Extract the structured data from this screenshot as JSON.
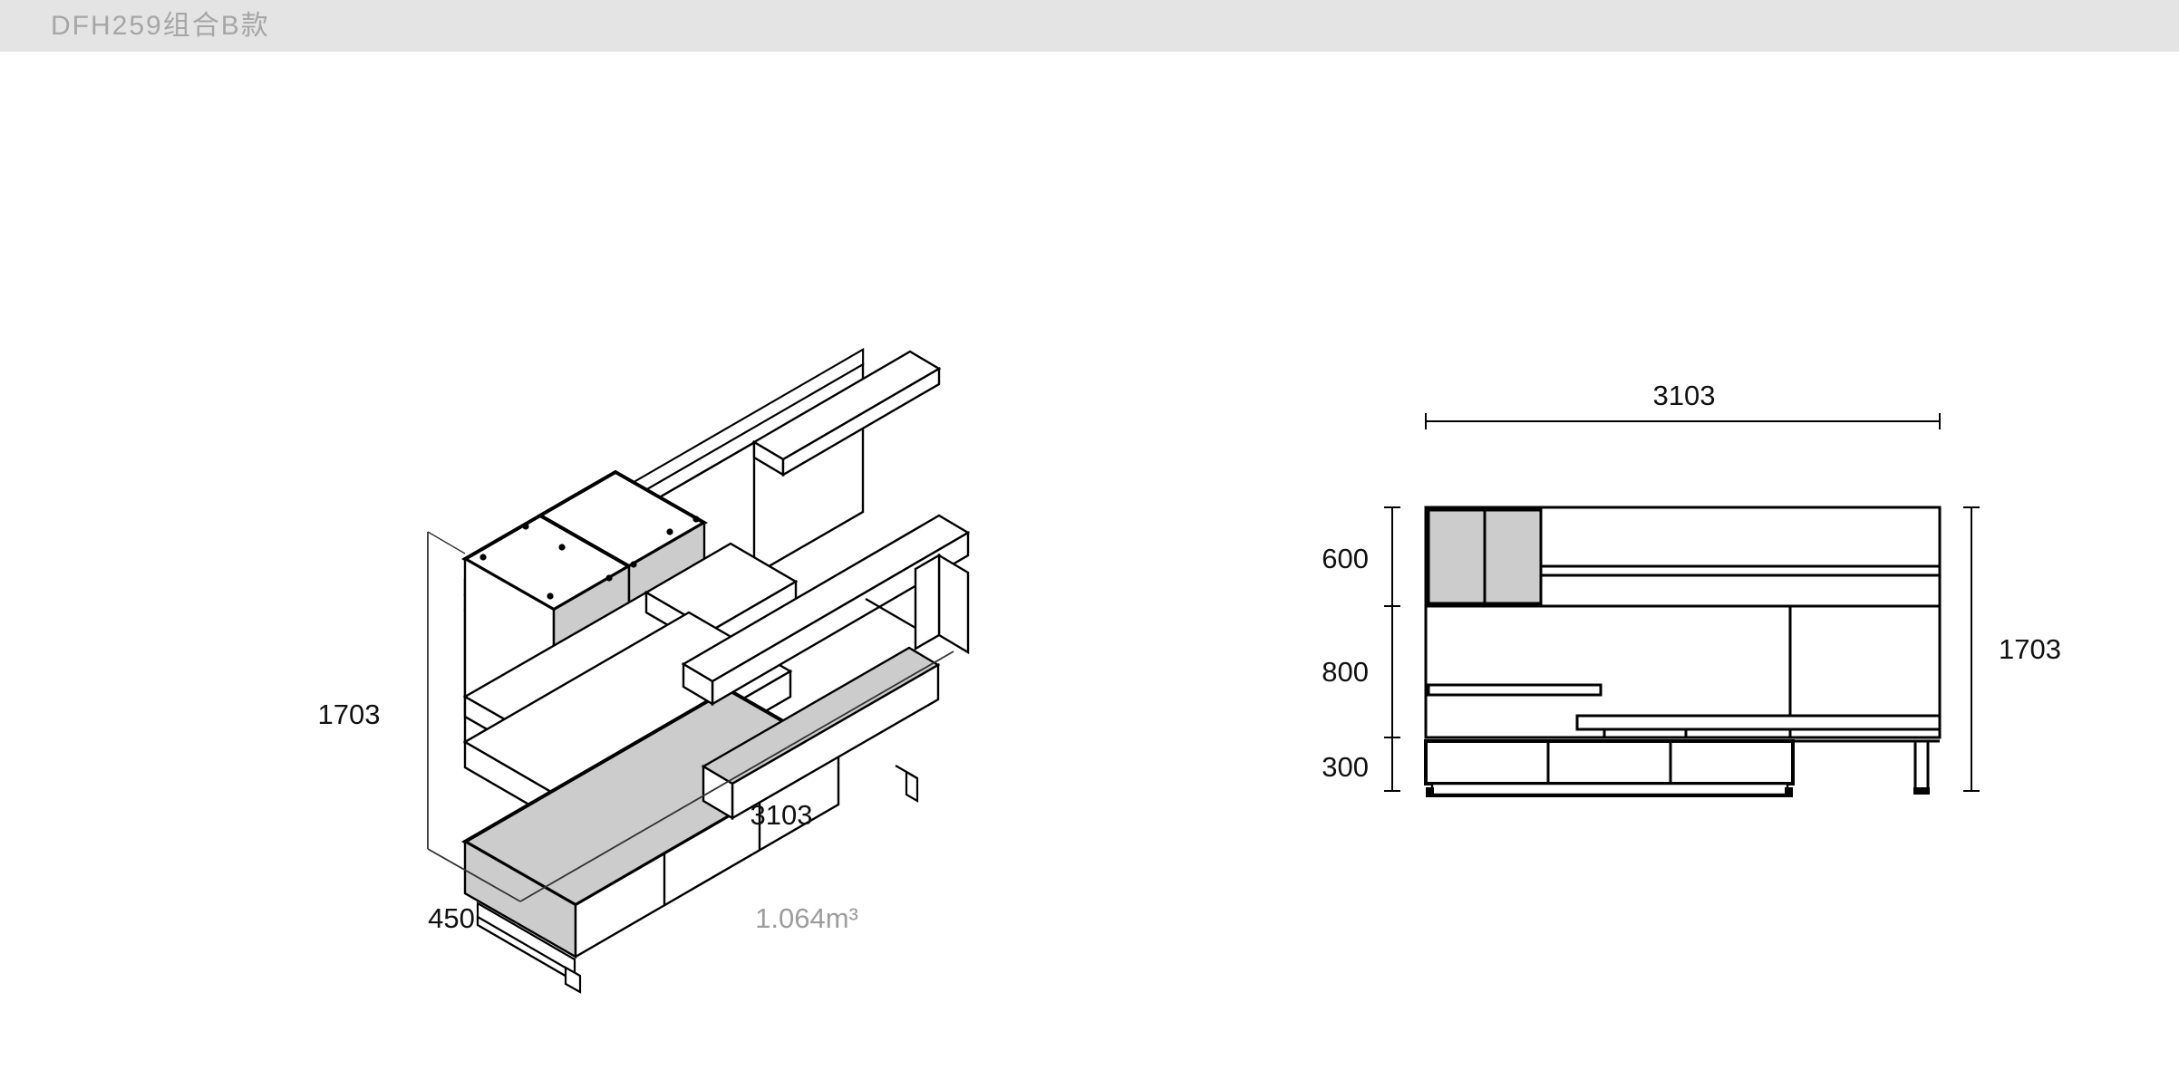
{
  "header": {
    "title": "DFH259组合B款",
    "background_color": "#e4e4e4",
    "text_color": "#a6a6a6"
  },
  "colors": {
    "page_background": "#ffffff",
    "line": "#000000",
    "panel_fill": "#cccccc",
    "dimension_text": "#111111",
    "volume_text": "#9d9d9d"
  },
  "product": {
    "code": "DFH259",
    "variant": "组合B款",
    "volume_label": "1.064m³"
  },
  "isometric_view": {
    "name": "isometric-furniture-drawing",
    "dimensions": {
      "height_label": "1703",
      "width_label": "3103",
      "depth_label": "450"
    },
    "volume": "1.064m³",
    "parts": [
      "back-wall-panel",
      "top-shelf",
      "upper-wall-cabinet-left",
      "upper-wall-cabinet-right",
      "mid-shelf",
      "tv-console-cabinet",
      "console-drawer-front",
      "side-bench-table"
    ]
  },
  "elevation_view": {
    "name": "front-elevation-drawing",
    "overall_width_label": "3103",
    "overall_height_label": "1703",
    "height_segments": [
      {
        "label": "600",
        "name": "upper-cabinet-zone"
      },
      {
        "label": "800",
        "name": "middle-open-zone"
      },
      {
        "label": "300",
        "name": "lower-console-zone"
      }
    ],
    "sections": [
      {
        "name": "upper-left-door-1",
        "fill": "#cccccc"
      },
      {
        "name": "upper-left-door-2",
        "fill": "#cccccc"
      },
      {
        "name": "upper-right-open-shelf",
        "fill": "#ffffff"
      },
      {
        "name": "middle-wall-panel",
        "fill": "#ffffff"
      },
      {
        "name": "floating-shelf",
        "fill": "#ffffff"
      },
      {
        "name": "tv-console-top",
        "fill": "#ffffff"
      },
      {
        "name": "lower-drawer-1",
        "fill": "#ffffff"
      },
      {
        "name": "lower-drawer-2",
        "fill": "#ffffff"
      },
      {
        "name": "lower-drawer-3",
        "fill": "#ffffff"
      },
      {
        "name": "plinth-base",
        "fill": "#ffffff"
      },
      {
        "name": "right-side-table-leg",
        "fill": "#ffffff"
      }
    ]
  }
}
